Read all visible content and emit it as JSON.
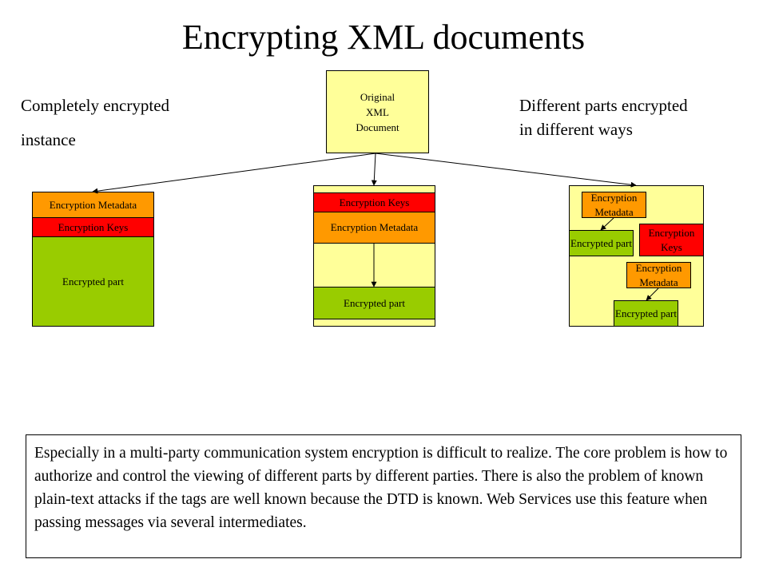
{
  "title": "Encrypting XML documents",
  "left_label": [
    "Completely encrypted",
    "instance"
  ],
  "right_label": [
    "Different parts encrypted",
    "in different ways"
  ],
  "original": [
    "Original",
    "XML",
    "Document"
  ],
  "left_doc": {
    "metadata": "Encryption Metadata",
    "keys": "Encryption Keys",
    "part": "Encrypted part"
  },
  "middle_doc": {
    "keys": "Encryption Keys",
    "metadata": "Encryption Metadata",
    "part": "Encrypted part"
  },
  "right_doc": {
    "metadata1": "Encryption Metadata",
    "part1": "Encrypted part",
    "keys": "Encryption Keys",
    "metadata2": "Encryption Metadata",
    "part2": "Encrypted part"
  },
  "note": "Especially in a multi-party communication system encryption is difficult to realize. The core problem is how to authorize and control the viewing of different parts by different parties. There is also the problem of known plain-text attacks if the tags are well known because the DTD is known. Web Services use this feature when passing messages via several intermediates."
}
